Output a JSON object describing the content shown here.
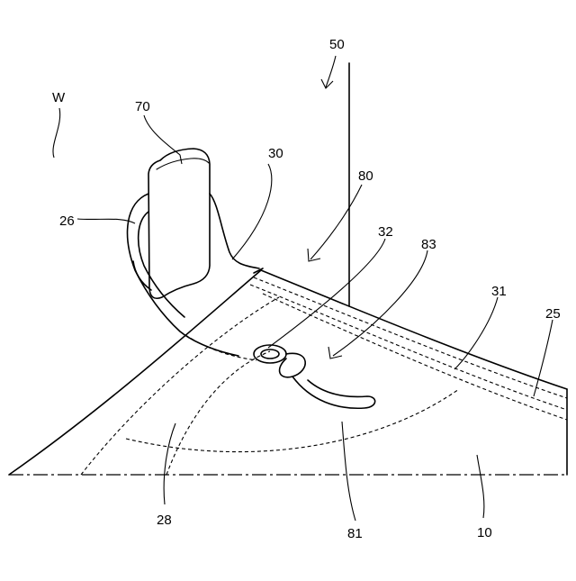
{
  "labels": {
    "w": "W",
    "ref_50": "50",
    "ref_70": "70",
    "ref_30": "30",
    "ref_80": "80",
    "ref_26": "26",
    "ref_32": "32",
    "ref_83": "83",
    "ref_31": "31",
    "ref_25": "25",
    "ref_28": "28",
    "ref_81": "81",
    "ref_10": "10"
  }
}
